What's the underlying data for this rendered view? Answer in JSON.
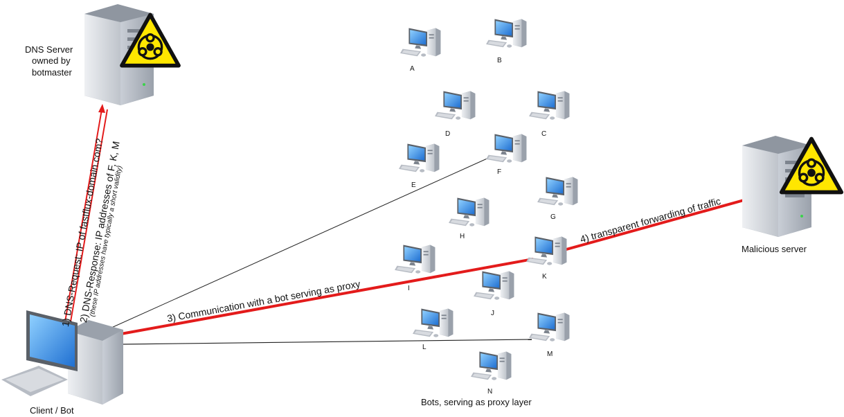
{
  "nodes": {
    "dns_server": {
      "label_line1": "DNS Server",
      "label_line2": "owned by",
      "label_line3": "botmaster"
    },
    "malicious_server": {
      "label": "Malicious server"
    },
    "client": {
      "label": "Client / Bot"
    },
    "bots_caption": "Bots, serving as proxy layer",
    "bots": [
      "A",
      "B",
      "C",
      "D",
      "E",
      "F",
      "G",
      "H",
      "I",
      "J",
      "K",
      "L",
      "M",
      "N"
    ]
  },
  "steps": {
    "step1": "1) DNS-Request: IP of fastflux-domain.com?",
    "step2": "2) DNS-Response: IP addresses of F, K, M",
    "step2_note": "(these IP addresses have typically a short validity)",
    "step3": "3) Communication with a bot serving as proxy",
    "step4": "4) transparent forwarding of traffic"
  },
  "icons": {
    "warning": "biohazard-warning-icon",
    "computer": "workstation-icon",
    "server": "tower-server-icon"
  },
  "colors": {
    "red_link": "#e31b1b",
    "thin_link": "#222222",
    "hazard_yellow": "#ffe600"
  }
}
